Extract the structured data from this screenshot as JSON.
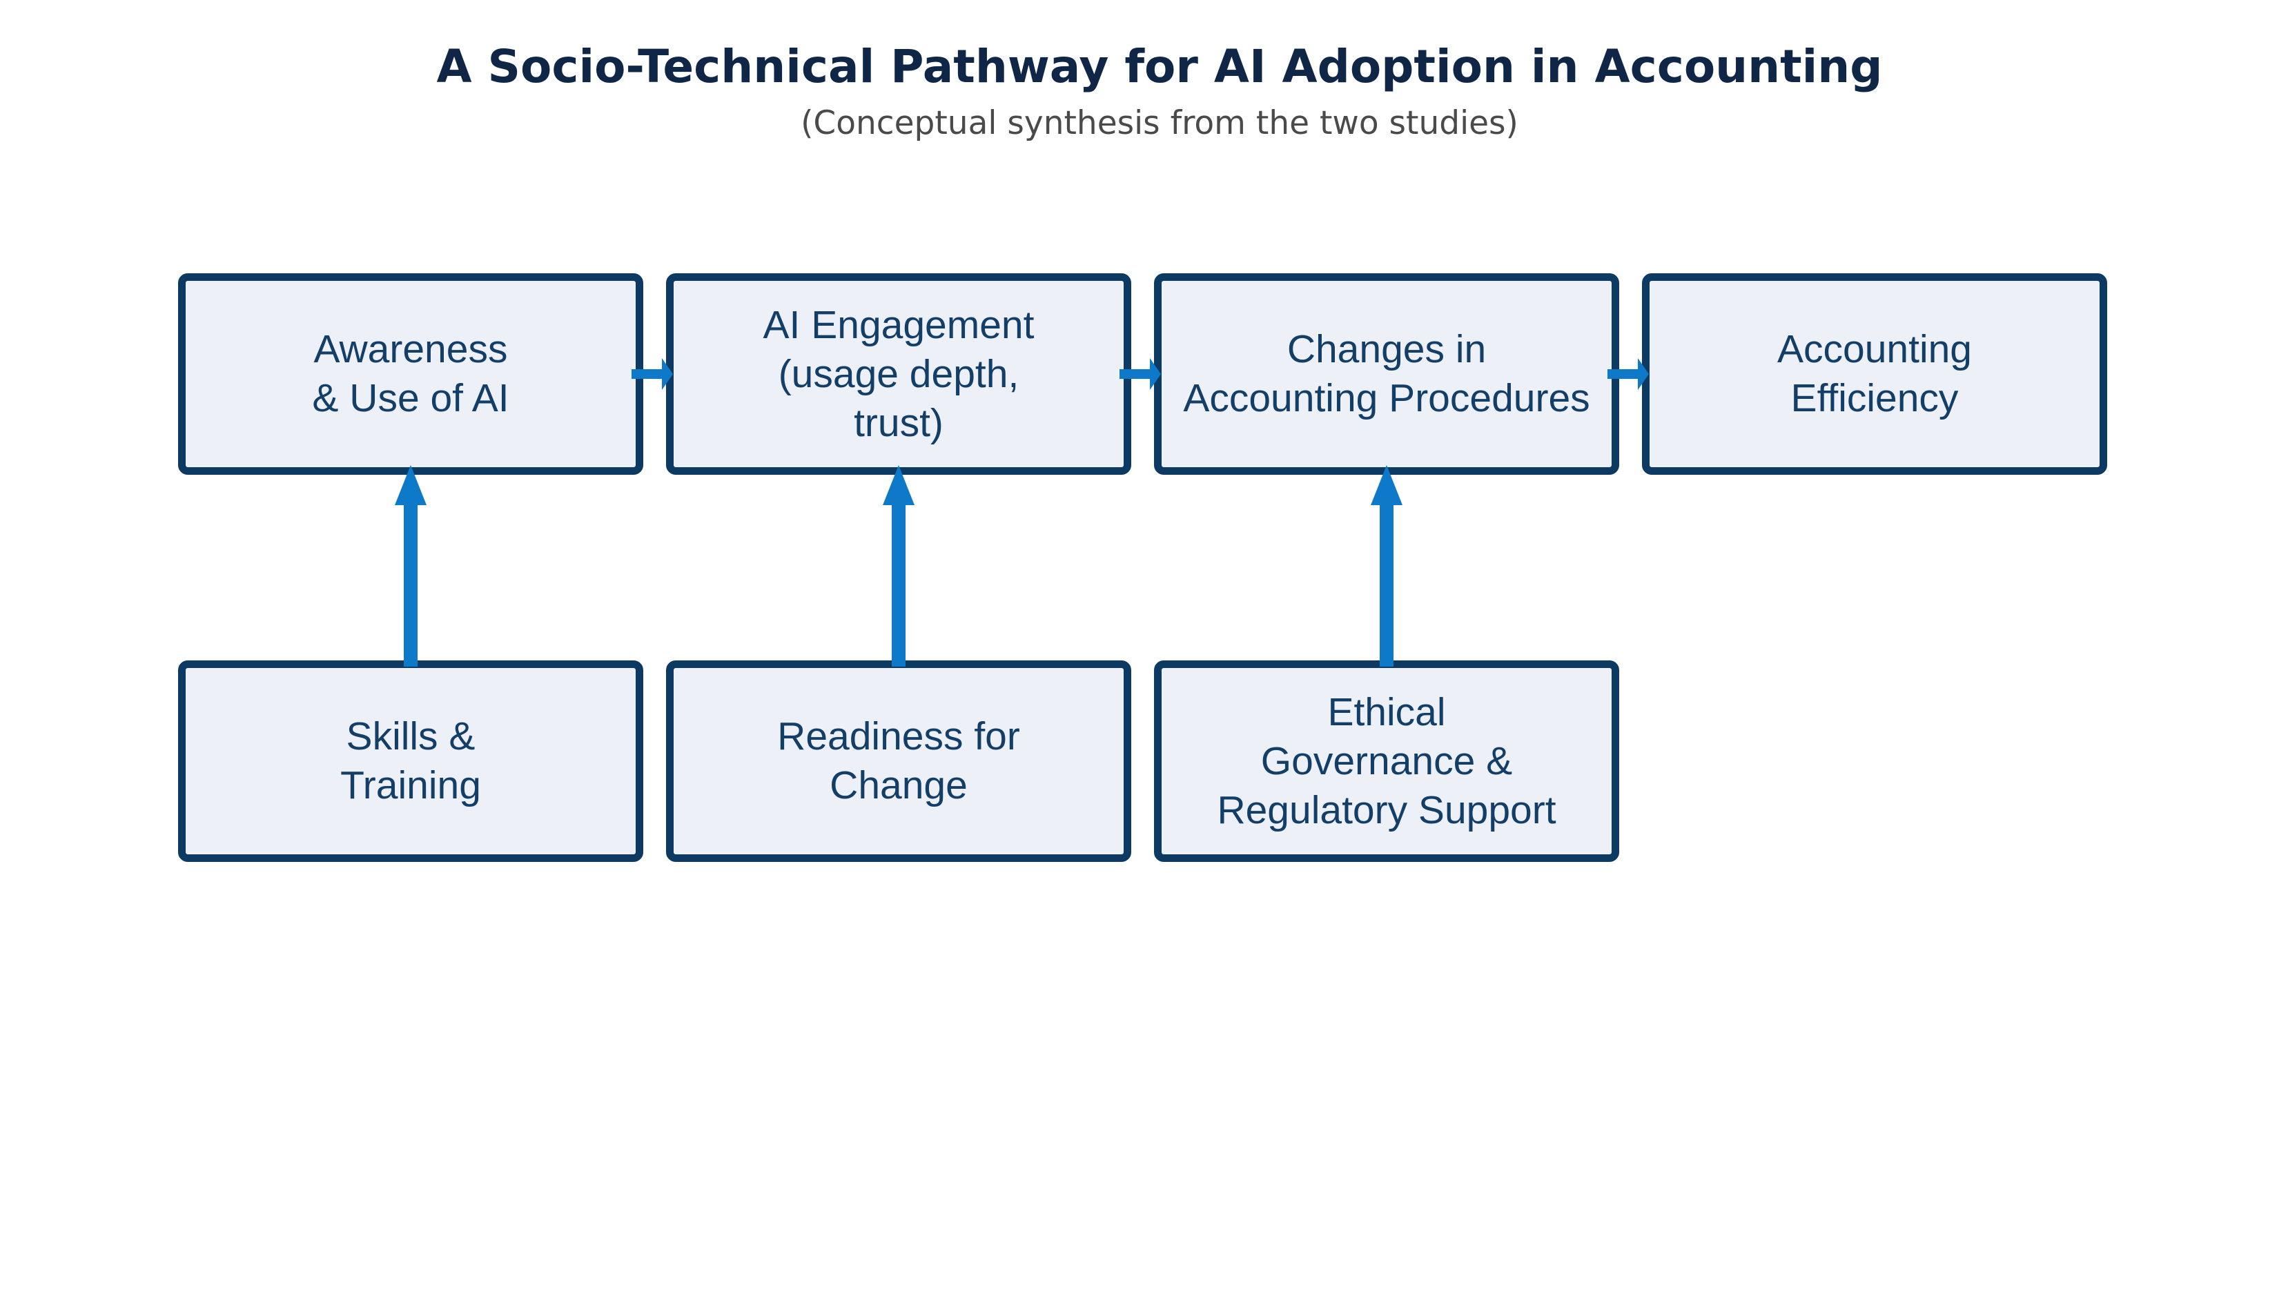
{
  "figure": {
    "title": "A Socio-Technical Pathway for AI Adoption in Accounting",
    "subtitle": "(Conceptual synthesis from the two studies)"
  },
  "boxes": {
    "top_row": [
      {
        "label": "Awareness\n& Use of AI"
      },
      {
        "label": "AI Engagement\n(usage depth,\ntrust)"
      },
      {
        "label": "Changes in\nAccounting Procedures"
      },
      {
        "label": "Accounting\nEfficiency"
      }
    ],
    "bottom_row": [
      {
        "label": "Skills &\nTraining"
      },
      {
        "label": "Readiness for\nChange"
      },
      {
        "label": "Ethical\nGovernance &\nRegulatory Support"
      }
    ]
  },
  "edges": {
    "flow": [
      {
        "from": "Awareness & Use of AI",
        "to": "AI Engagement (usage depth, trust)"
      },
      {
        "from": "AI Engagement (usage depth, trust)",
        "to": "Changes in Accounting Procedures"
      },
      {
        "from": "Changes in Accounting Procedures",
        "to": "Accounting Efficiency"
      }
    ],
    "support": [
      {
        "from": "Skills & Training",
        "to": "Awareness & Use of AI"
      },
      {
        "from": "Readiness for Change",
        "to": "AI Engagement (usage depth, trust)"
      },
      {
        "from": "Ethical Governance & Regulatory Support",
        "to": "Changes in Accounting Procedures"
      }
    ]
  },
  "colors": {
    "background": "#ffffff",
    "title_text": "#102647",
    "subtitle_text": "#4a4a4a",
    "box_fill": "#edf1f7",
    "box_border": "#0d3a63",
    "box_text": "#123e68",
    "arrow_blue": "#0e79c8"
  }
}
